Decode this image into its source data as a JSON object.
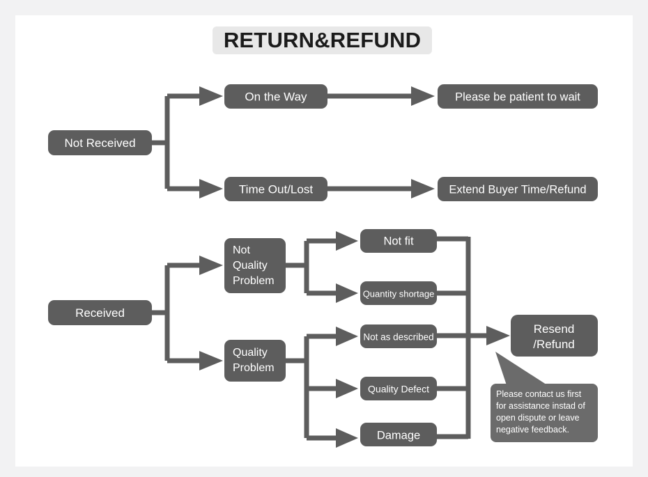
{
  "page": {
    "title": "RETURN&REFUND",
    "frame_color": "#f2f2f3",
    "canvas_color": "#ffffff",
    "title_chip_color": "#e8e8e8",
    "title_text_color": "#1b1b1b"
  },
  "theme": {
    "node_fill": "#5d5d5d",
    "connector_color": "#5d5d5d",
    "node_text_color": "#ffffff",
    "callout_fill": "#6b6b6b"
  },
  "nodes": {
    "not_received": "Not Received",
    "on_the_way": "On the Way",
    "time_out_lost": "Time Out/Lost",
    "please_wait": "Please be patient to wait",
    "extend_refund": "Extend Buyer Time/Refund",
    "received": "Received",
    "not_quality_problem_line1": "Not",
    "not_quality_problem_line2": "Quality",
    "not_quality_problem_line3": "Problem",
    "quality_problem_line1": "Quality",
    "quality_problem_line2": "Problem",
    "not_fit": "Not fit",
    "quantity_shortage": "Quantity shortage",
    "not_as_described": "Not as described",
    "quality_defect": "Quality Defect",
    "damage": "Damage",
    "resend_line1": "Resend",
    "resend_line2": "/Refund"
  },
  "callout": {
    "line1": "Please contact us first",
    "line2": "for assistance instad of",
    "line3": "open dispute or leave",
    "line4": "negative feedback."
  },
  "chart_data": {
    "type": "diagram",
    "title": "RETURN&REFUND",
    "diagram_kind": "flowchart",
    "orientation": "left-to-right",
    "branches": [
      {
        "root": "Not Received",
        "children": [
          {
            "condition": "On the Way",
            "outcome": "Please be patient to wait"
          },
          {
            "condition": "Time Out/Lost",
            "outcome": "Extend Buyer Time/Refund"
          }
        ]
      },
      {
        "root": "Received",
        "children": [
          {
            "condition": "Not Quality Problem",
            "reasons": [
              "Not fit",
              "Quantity shortage"
            ],
            "outcome": "Resend/Refund"
          },
          {
            "condition": "Quality Problem",
            "reasons": [
              "Not as described",
              "Quality Defect",
              "Damage"
            ],
            "outcome": "Resend/Refund"
          }
        ]
      }
    ],
    "note_attached_to": "Resend/Refund",
    "note_text": "Please contact us first for assistance instad of open dispute or leave negative feedback."
  }
}
